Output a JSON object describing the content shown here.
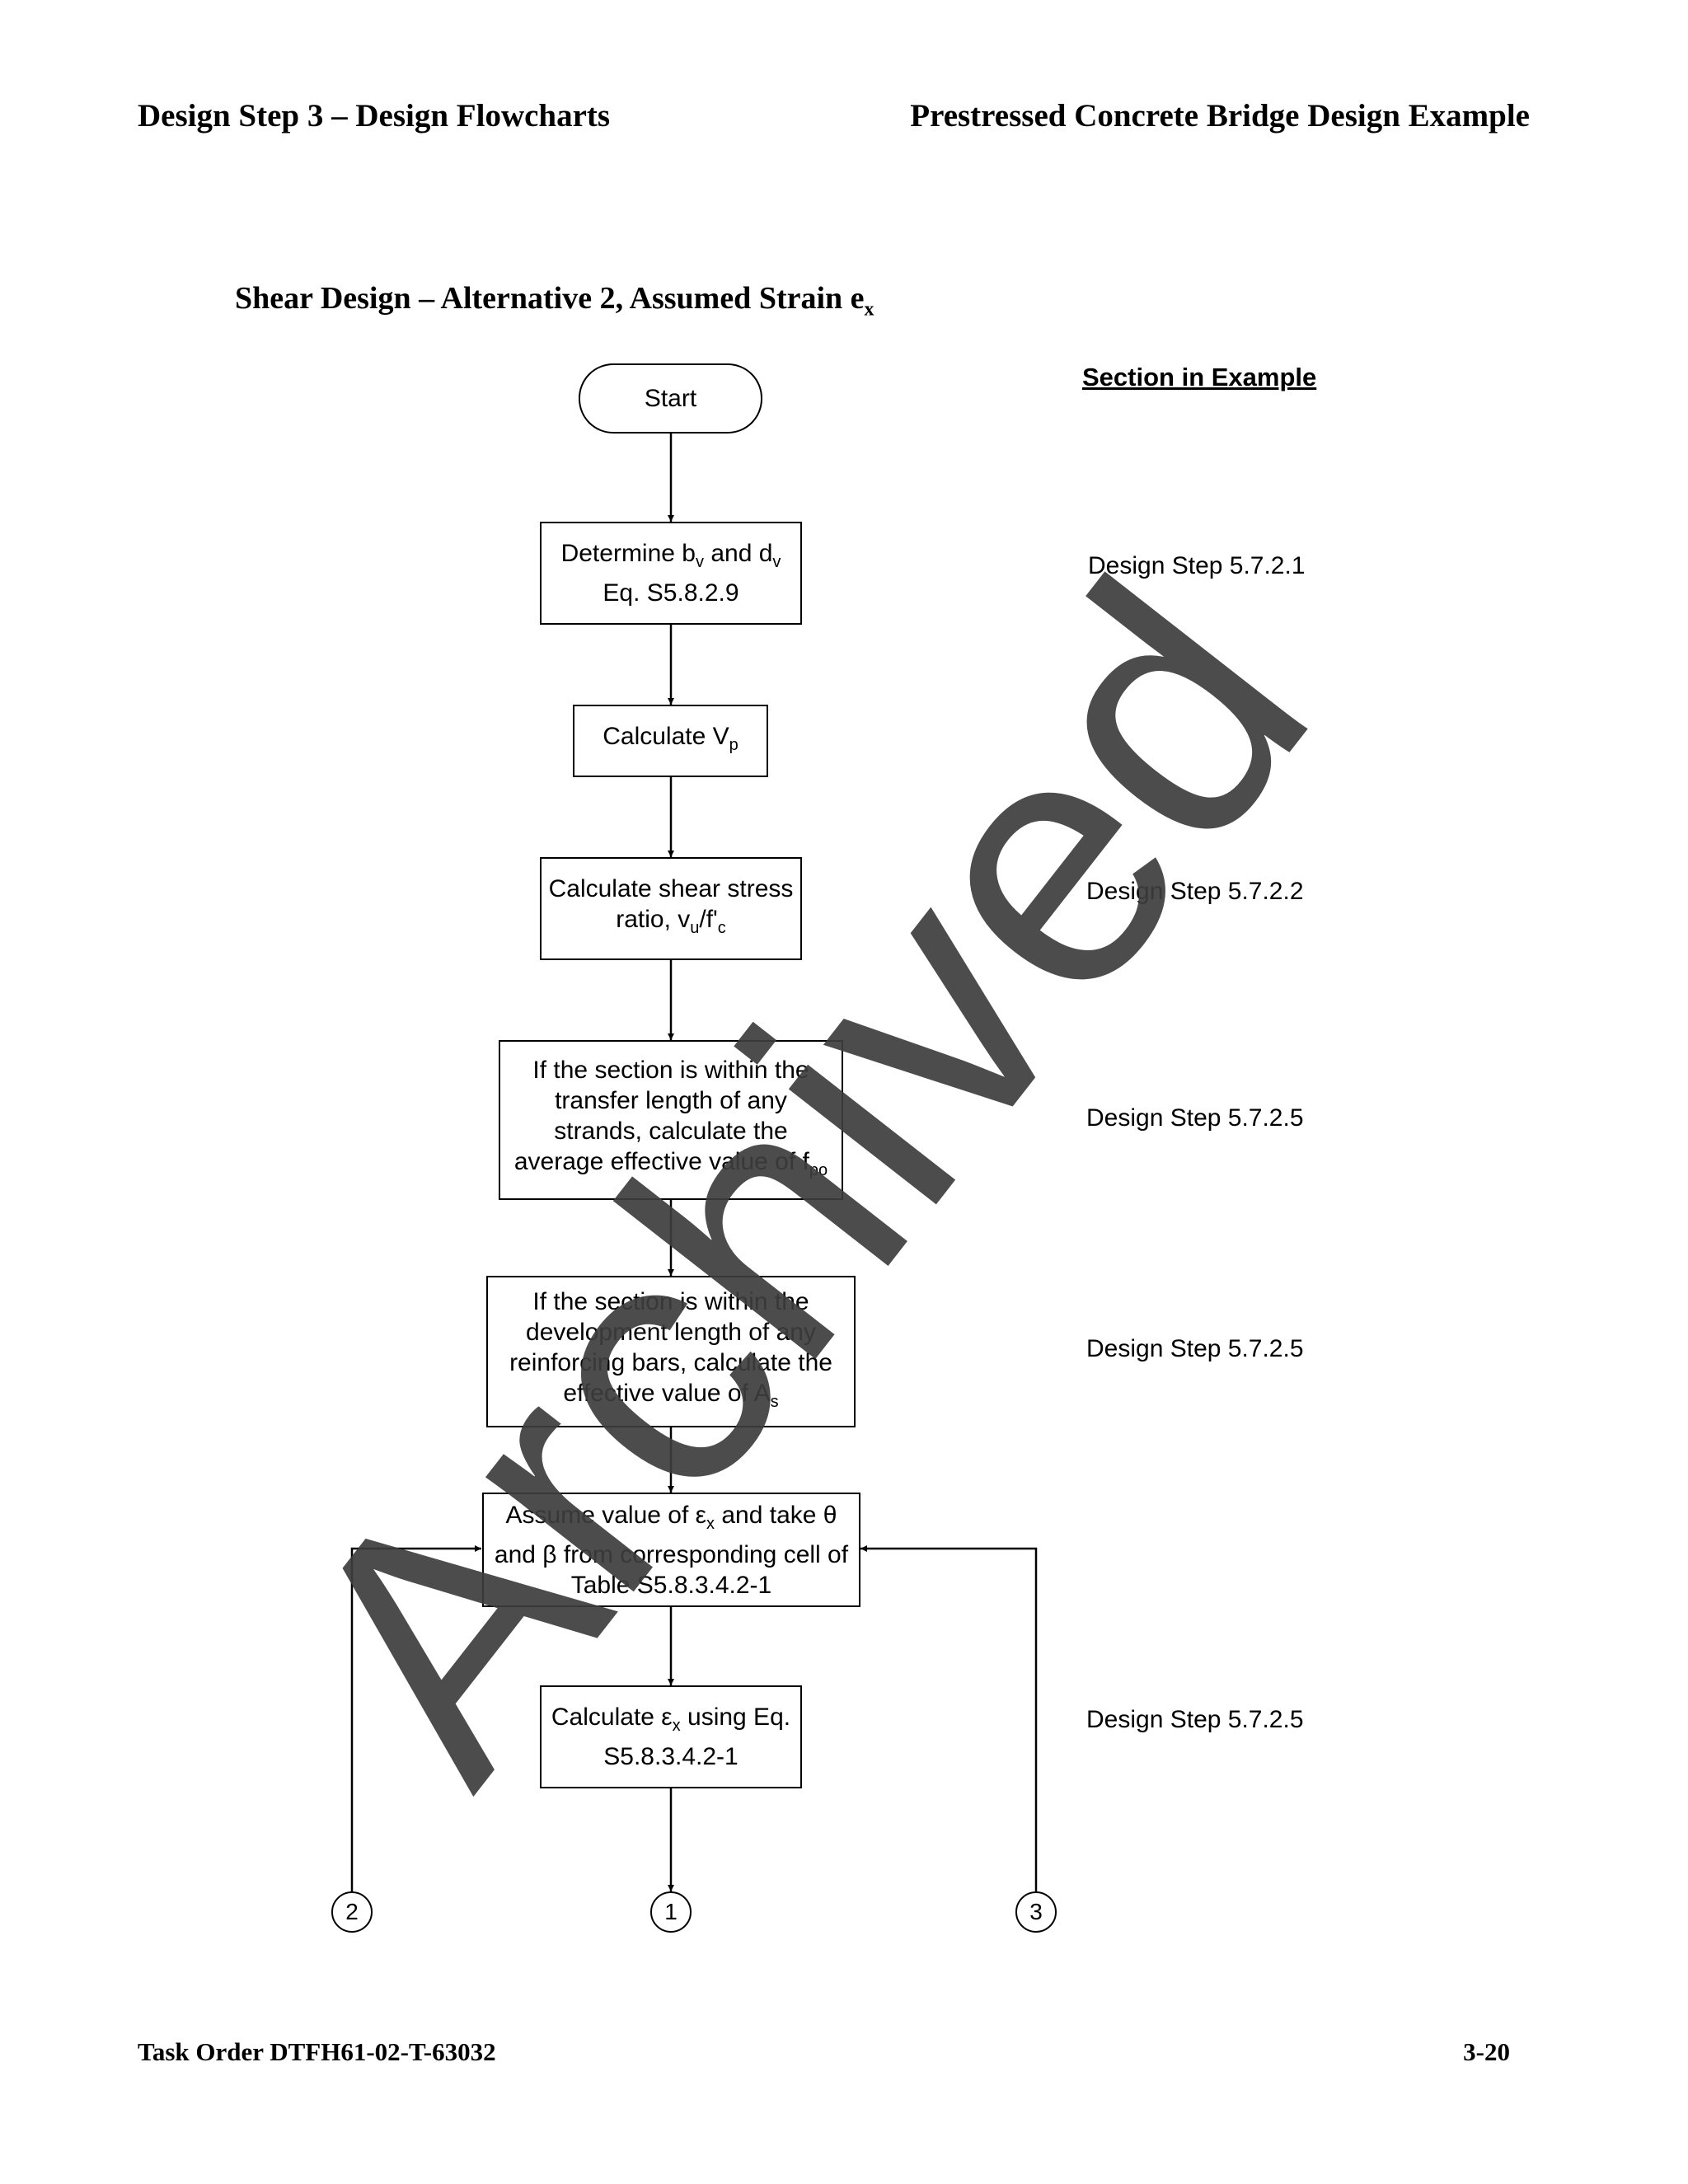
{
  "header": {
    "left": "Design Step 3 – Design Flowcharts",
    "right": "Prestressed Concrete Bridge Design Example"
  },
  "title": {
    "text": "Shear Design – Alternative 2, Assumed Strain e",
    "subscript": "x"
  },
  "section_heading": "Section in Example",
  "flow": {
    "start": "Start",
    "step1": {
      "line1_pre": "Determine b",
      "line1_sub1": "v",
      "line1_mid": " and d",
      "line1_sub2": "v",
      "line2": "Eq. S5.8.2.9"
    },
    "step2": {
      "pre": "Calculate V",
      "sub": "p"
    },
    "step3": {
      "line1": "Calculate shear stress",
      "line2_pre": "ratio, v",
      "line2_sub1": "u",
      "line2_mid": "/f'",
      "line2_sub2": "c"
    },
    "step4": {
      "line1": "If the section is within the",
      "line2": "transfer length of any",
      "line3": "strands, calculate the",
      "line4_pre": "average effective value of f",
      "line4_sub": "po"
    },
    "step5": {
      "line1": "If the section is within the",
      "line2": "development length of any",
      "line3": "reinforcing bars, calculate the",
      "line4_pre": "effective value of A",
      "line4_sub": "s"
    },
    "step6": {
      "line1_pre": "Assume value of ε",
      "line1_sub": "x",
      "line1_post": " and take θ",
      "line2": "and β from corresponding cell of",
      "line3": "Table S5.8.3.4.2-1"
    },
    "step7": {
      "line1_pre": "Calculate ε",
      "line1_sub": "x",
      "line1_post": " using Eq.",
      "line2": "S5.8.3.4.2-1"
    }
  },
  "references": {
    "step1": "Design Step 5.7.2.1",
    "step3": "Design Step 5.7.2.2",
    "step4": "Design Step 5.7.2.5",
    "step5": "Design Step 5.7.2.5",
    "step7": "Design Step 5.7.2.5"
  },
  "connectors": {
    "left": "2",
    "center": "1",
    "right": "3"
  },
  "watermark": "Archived",
  "footer": {
    "left": "Task Order DTFH61-02-T-63032",
    "right": "3-20"
  }
}
